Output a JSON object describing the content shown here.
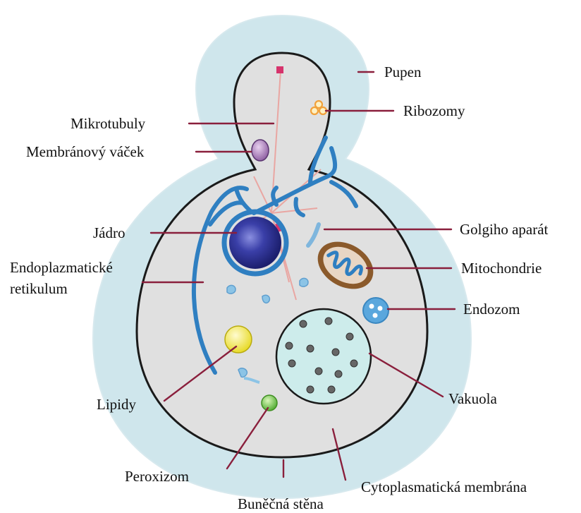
{
  "labels": {
    "pupen": "Pupen",
    "ribozomy": "Ribozomy",
    "mikrotubuly": "Mikrotubuly",
    "membranovy_vacek": "Membránový váček",
    "jadro": "Jádro",
    "golgiho_aparat": "Golgiho aparát",
    "endoplazmaticke_line1": "Endoplazmatické",
    "endoplazmaticke_line2": "retikulum",
    "mitochondrie": "Mitochondrie",
    "endozom": "Endozom",
    "lipidy": "Lipidy",
    "vakuola": "Vakuola",
    "peroxizom": "Peroxizom",
    "cytoplasmaticka_membrana": "Cytoplasmatická membrána",
    "bunecna_stena": "Buněčná stěna"
  },
  "colors": {
    "cell_wall": "#cfe6ec",
    "cytoplasm": "#e2e2e2",
    "membrane": "#1a1a1a",
    "er": "#2f7fc1",
    "nucleus": "#2a2f8e",
    "leader": "#8a1f3c",
    "vacuole": "#cdeceb",
    "mitochondria": "#8b5a2b",
    "lipid": "#f2ea3a",
    "peroxisome": "#7ccf4e",
    "ribosome": "#f2a13a"
  }
}
